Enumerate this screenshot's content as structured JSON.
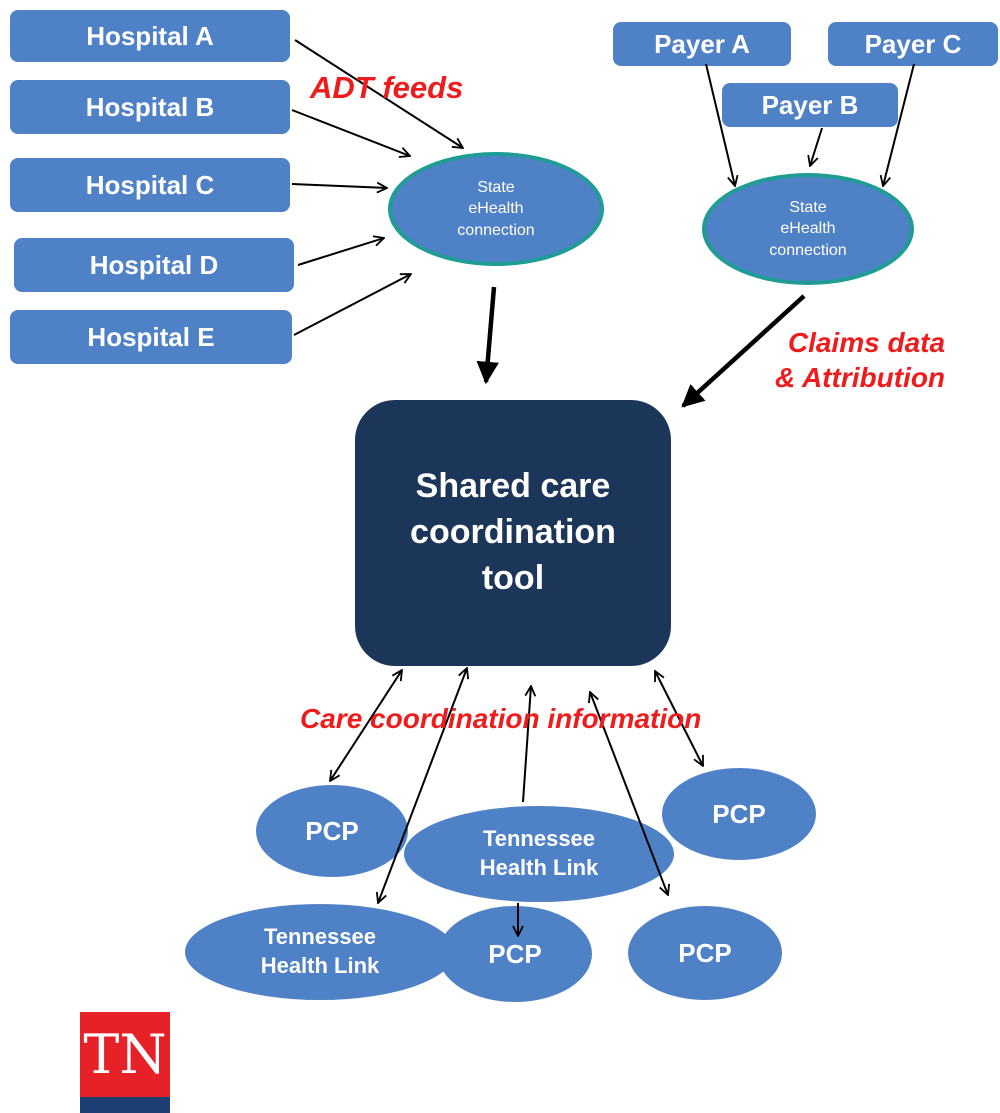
{
  "hospitals": [
    "Hospital A",
    "Hospital B",
    "Hospital C",
    "Hospital D",
    "Hospital E"
  ],
  "payers": [
    "Payer A",
    "Payer B",
    "Payer C"
  ],
  "hub_left": "State\neHealth\nconnection",
  "hub_right": "State\neHealth\nconnection",
  "labels": {
    "adt": "ADT feeds",
    "claims": "Claims data\n& Attribution",
    "care": "Care coordination information"
  },
  "central_tool": "Shared care\ncoordination\ntool",
  "endpoints": {
    "pcp": "PCP",
    "thl": "Tennessee\nHealth Link"
  },
  "logo": {
    "text": "TN",
    "colors": [
      "#e62228",
      "#1e3f73"
    ]
  },
  "colors": {
    "node": "#4f81c7",
    "tool": "#1c365a",
    "hub_border": "#1f9c93",
    "label": "#ee1c1c"
  }
}
